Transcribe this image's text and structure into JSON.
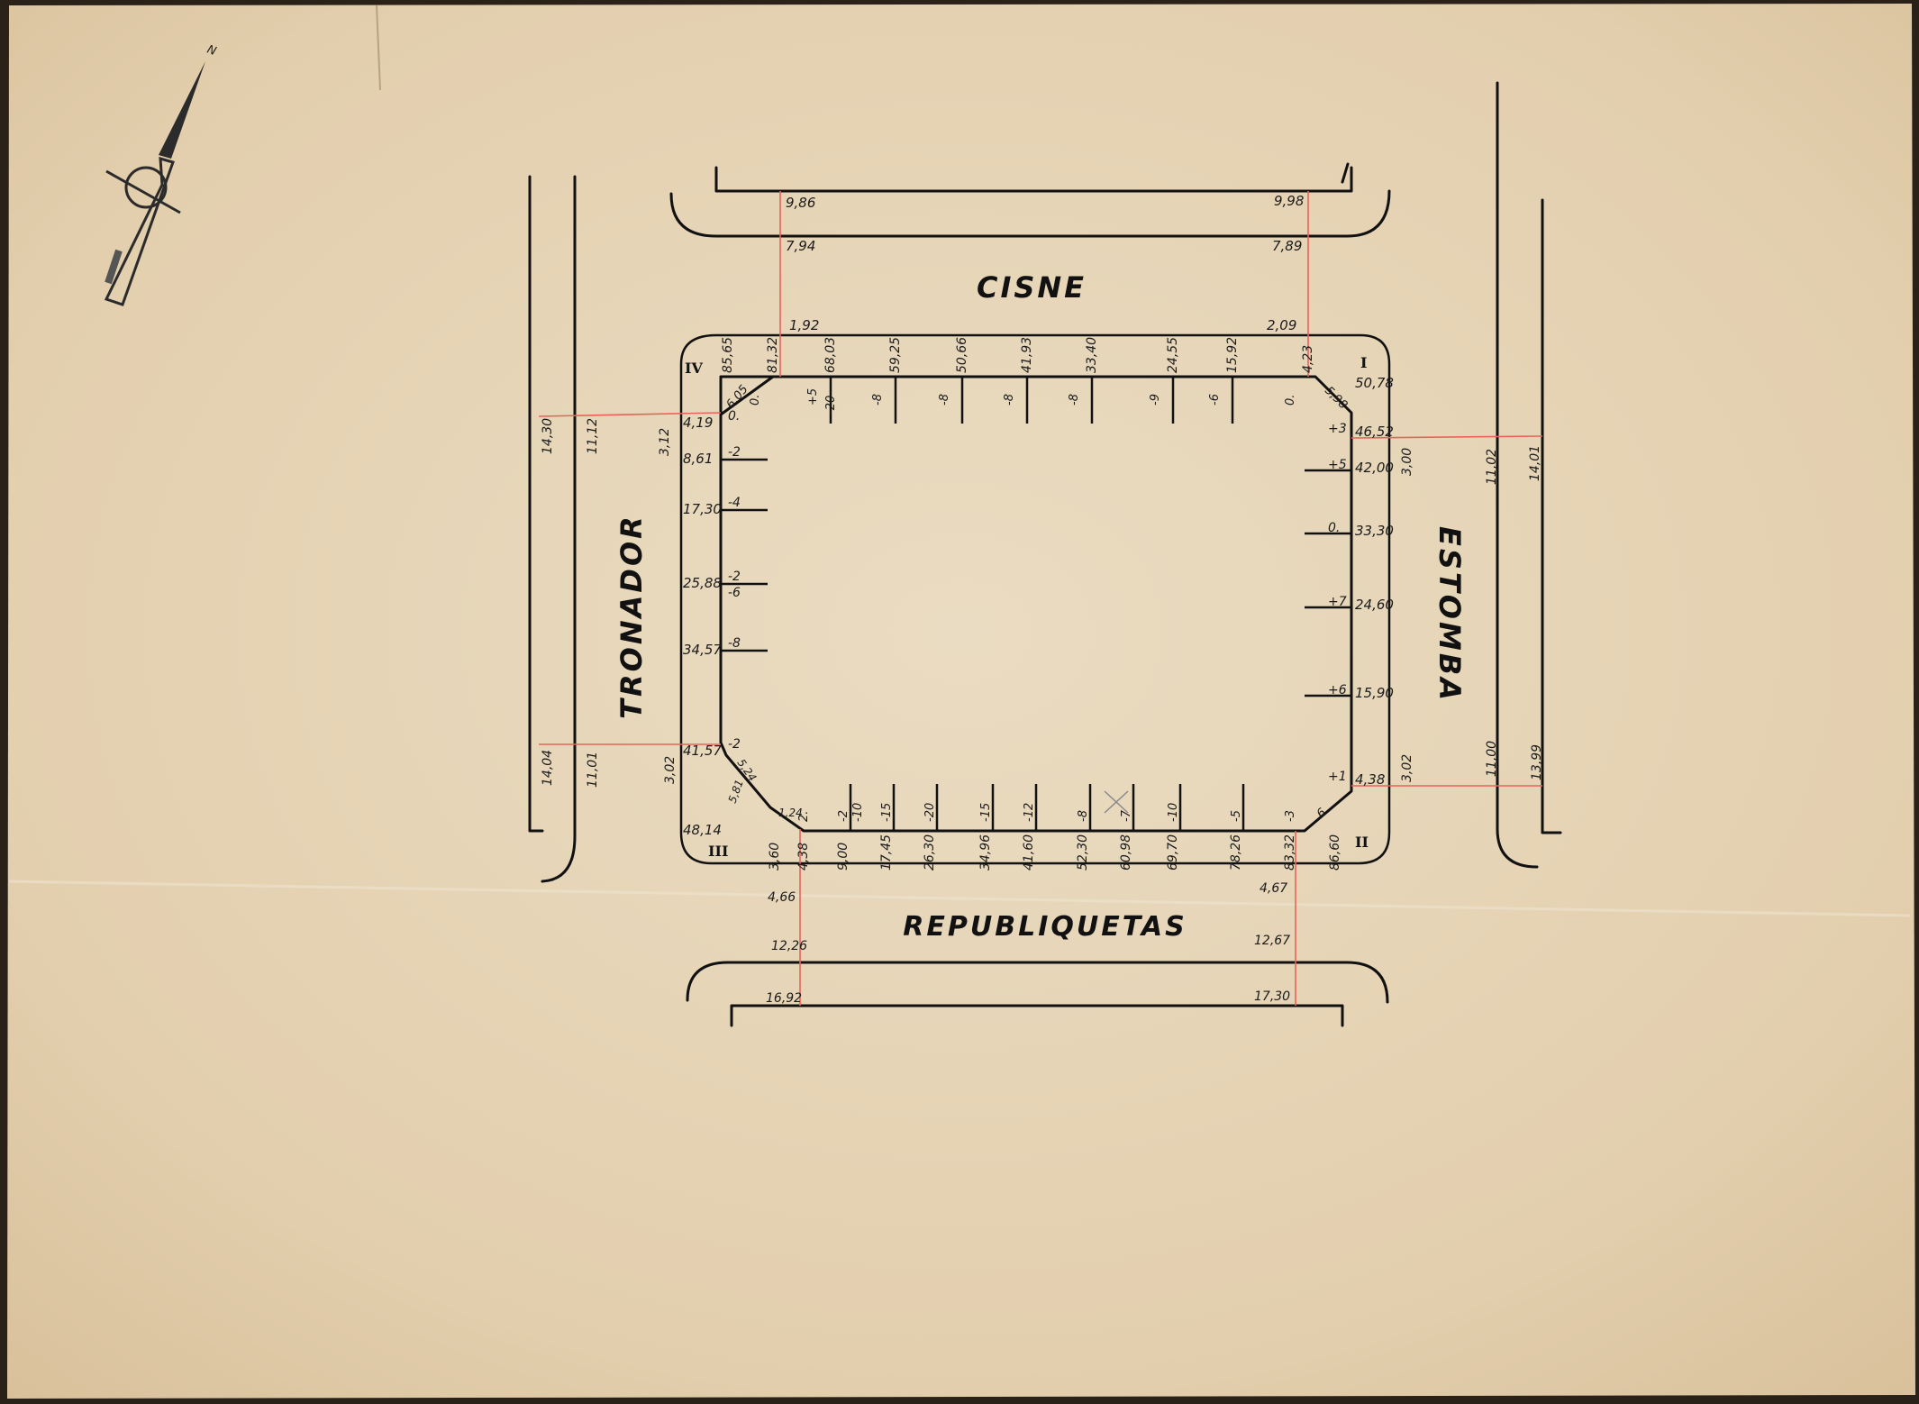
{
  "streets": {
    "north": "CISNE",
    "south": "REPUBLIQUETAS",
    "west": "TRONADOR",
    "east": "ESTOMBA"
  },
  "north_arrow": {
    "label": "N",
    "icon": "north-arrow-icon"
  },
  "corners": {
    "I": "I",
    "II": "II",
    "III": "III",
    "IV": "IV"
  },
  "colors": {
    "paper": "#e6d3b3",
    "ink": "#111111",
    "red_lines": "#e8645a"
  },
  "offsets": {
    "north_left": [
      "9,86",
      "7,94",
      "1,92"
    ],
    "north_right": [
      "9,98",
      "7,89",
      "2,09"
    ],
    "south_left": [
      "4,66",
      "12,26",
      "16,92"
    ],
    "south_right": [
      "4,67",
      "12,67",
      "17,30"
    ],
    "west_upper": [
      "14,30",
      "11,12",
      "3,12"
    ],
    "west_lower": [
      "14,04",
      "11,01",
      "3,02"
    ],
    "east_upper": [
      "3,00",
      "11,02",
      "14,01"
    ],
    "east_lower": [
      "3,02",
      "11,00",
      "13,99"
    ]
  },
  "top_side": [
    {
      "dist": "85,65",
      "level": ""
    },
    {
      "dist": "81,32",
      "level": "0."
    },
    {
      "dist": "68,03",
      "level": "+5",
      "level2": "-20"
    },
    {
      "dist": "59,25",
      "level": "-8"
    },
    {
      "dist": "50,66",
      "level": "-8"
    },
    {
      "dist": "41,93",
      "level": "-8"
    },
    {
      "dist": "33,40",
      "level": "-8"
    },
    {
      "dist": "24,55",
      "level": "-9"
    },
    {
      "dist": "15,92",
      "level": "-6"
    },
    {
      "dist": "4,23",
      "level": "0."
    }
  ],
  "right_side": [
    {
      "dist": "50,78",
      "level": ""
    },
    {
      "dist": "46,52",
      "level": "+3"
    },
    {
      "dist": "42,00",
      "level": "+5"
    },
    {
      "dist": "33,30",
      "level": "0."
    },
    {
      "dist": "24,60",
      "level": "+7"
    },
    {
      "dist": "15,90",
      "level": "+6"
    },
    {
      "dist": "4,38",
      "level": "+1"
    }
  ],
  "left_side": [
    {
      "dist": "4,19",
      "level": "0."
    },
    {
      "dist": "8,61",
      "level": "-2"
    },
    {
      "dist": "17,30",
      "level": "-4"
    },
    {
      "dist": "25,88",
      "level": "-2",
      "level2": "-6"
    },
    {
      "dist": "34,57",
      "level": "-8"
    },
    {
      "dist": "41,57",
      "level": "-2"
    },
    {
      "dist": "48,14",
      "level": ""
    }
  ],
  "bottom_side": [
    {
      "dist": "3,60",
      "level": ""
    },
    {
      "dist": "4,38",
      "level": "2."
    },
    {
      "dist": "9,00",
      "level": "-2",
      "level2": "-10"
    },
    {
      "dist": "17,45",
      "level": "-15"
    },
    {
      "dist": "26,30",
      "level": "-20"
    },
    {
      "dist": "34,96",
      "level": "-15"
    },
    {
      "dist": "41,60",
      "level": "-12"
    },
    {
      "dist": "52,30",
      "level": "-8"
    },
    {
      "dist": "60,98",
      "level": "-7"
    },
    {
      "dist": "69,70",
      "level": "-10"
    },
    {
      "dist": "78,26",
      "level": "-5"
    },
    {
      "dist": "83,32",
      "level": "-3"
    },
    {
      "dist": "86,60",
      "level": ""
    }
  ],
  "chamfers": {
    "iv": "6,05",
    "i": "5,98",
    "ii": "6",
    "iii_a": "5,24",
    "iii_b": "5,81",
    "iii_c": "1,24"
  }
}
